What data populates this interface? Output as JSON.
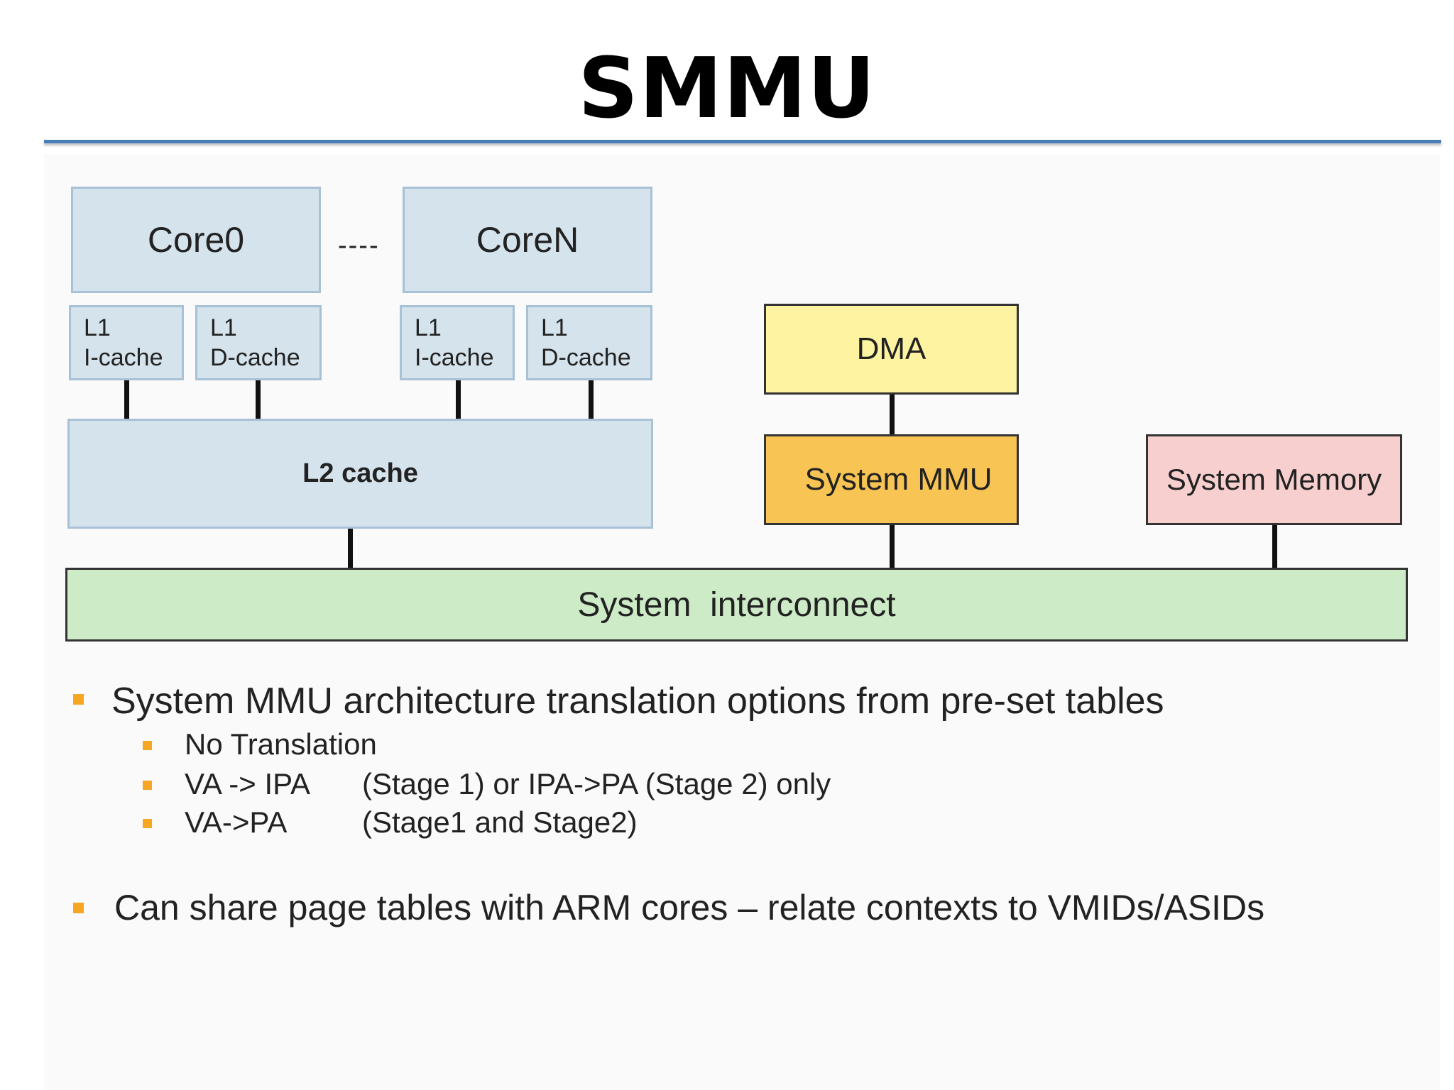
{
  "slide": {
    "title": "SMMU"
  },
  "diagram": {
    "core0": "Core0",
    "coreN": "CoreN",
    "ellipsis": "----",
    "core0_icache": [
      "L1",
      "I-cache"
    ],
    "core0_dcache": [
      "L1",
      "D-cache"
    ],
    "coreN_icache": [
      "L1",
      "I-cache"
    ],
    "coreN_dcache": [
      "L1",
      "D-cache"
    ],
    "l2": "L2 cache",
    "dma": "DMA",
    "smmu": "System MMU",
    "memory": "System Memory",
    "interconnect": "System  interconnect",
    "colors": {
      "core_fill": "#d5e3ec",
      "dma_fill": "#fdf3a0",
      "smmu_fill": "#f8c454",
      "memory_fill": "#f8cfcf",
      "interconnect_fill": "#cdebc7",
      "bullet": "#f5a623",
      "rule": "#4a7ebb"
    }
  },
  "bullets": {
    "b1": "System MMU architecture translation options from pre-set tables",
    "sub": [
      {
        "left": "No Translation",
        "right": ""
      },
      {
        "left": "VA -> IPA",
        "right": "(Stage 1) or  IPA->PA (Stage 2) only"
      },
      {
        "left": "VA->PA",
        "right": "(Stage1 and Stage2)"
      }
    ],
    "b2": "Can share page tables with ARM cores – relate contexts to VMIDs/ASIDs"
  }
}
